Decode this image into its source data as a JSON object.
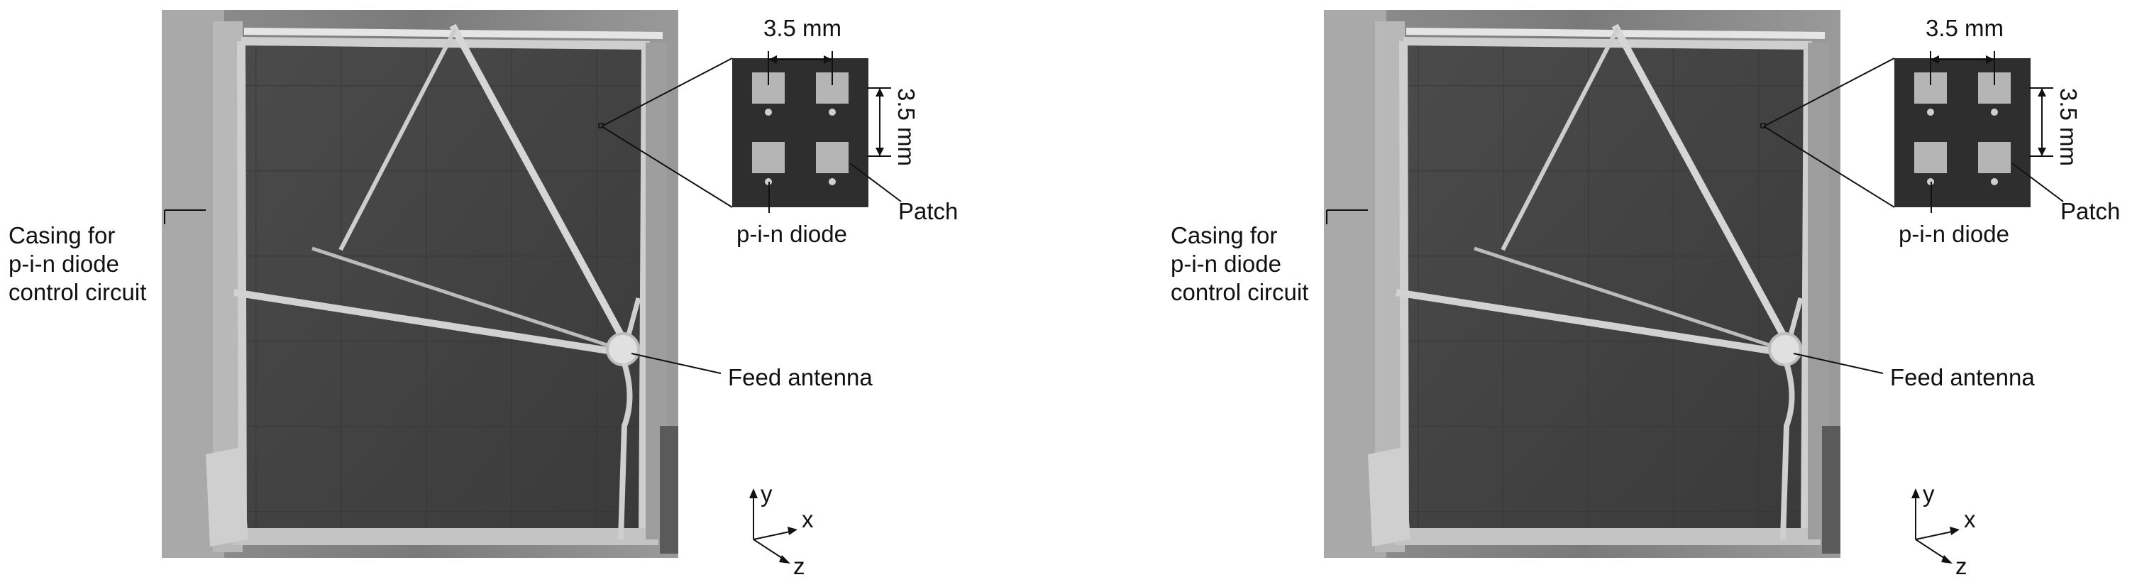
{
  "figure": {
    "panels": [
      {
        "labels": {
          "casing": [
            "Casing for",
            "p-i-n diode",
            "control circuit"
          ],
          "feed_antenna": "Feed antenna",
          "patch": "Patch",
          "diode": "p-i-n diode",
          "spacing_x": "3.5 mm",
          "spacing_y": "3.5 mm",
          "axis_x": "x",
          "axis_y": "y",
          "axis_z": "z"
        }
      },
      {
        "labels": {
          "casing": [
            "Casing for",
            "p-i-n diode",
            "control circuit"
          ],
          "feed_antenna": "Feed antenna",
          "patch": "Patch",
          "diode": "p-i-n diode",
          "spacing_x": "3.5 mm",
          "spacing_y": "3.5 mm",
          "axis_x": "x",
          "axis_y": "y",
          "axis_z": "z"
        }
      }
    ]
  }
}
